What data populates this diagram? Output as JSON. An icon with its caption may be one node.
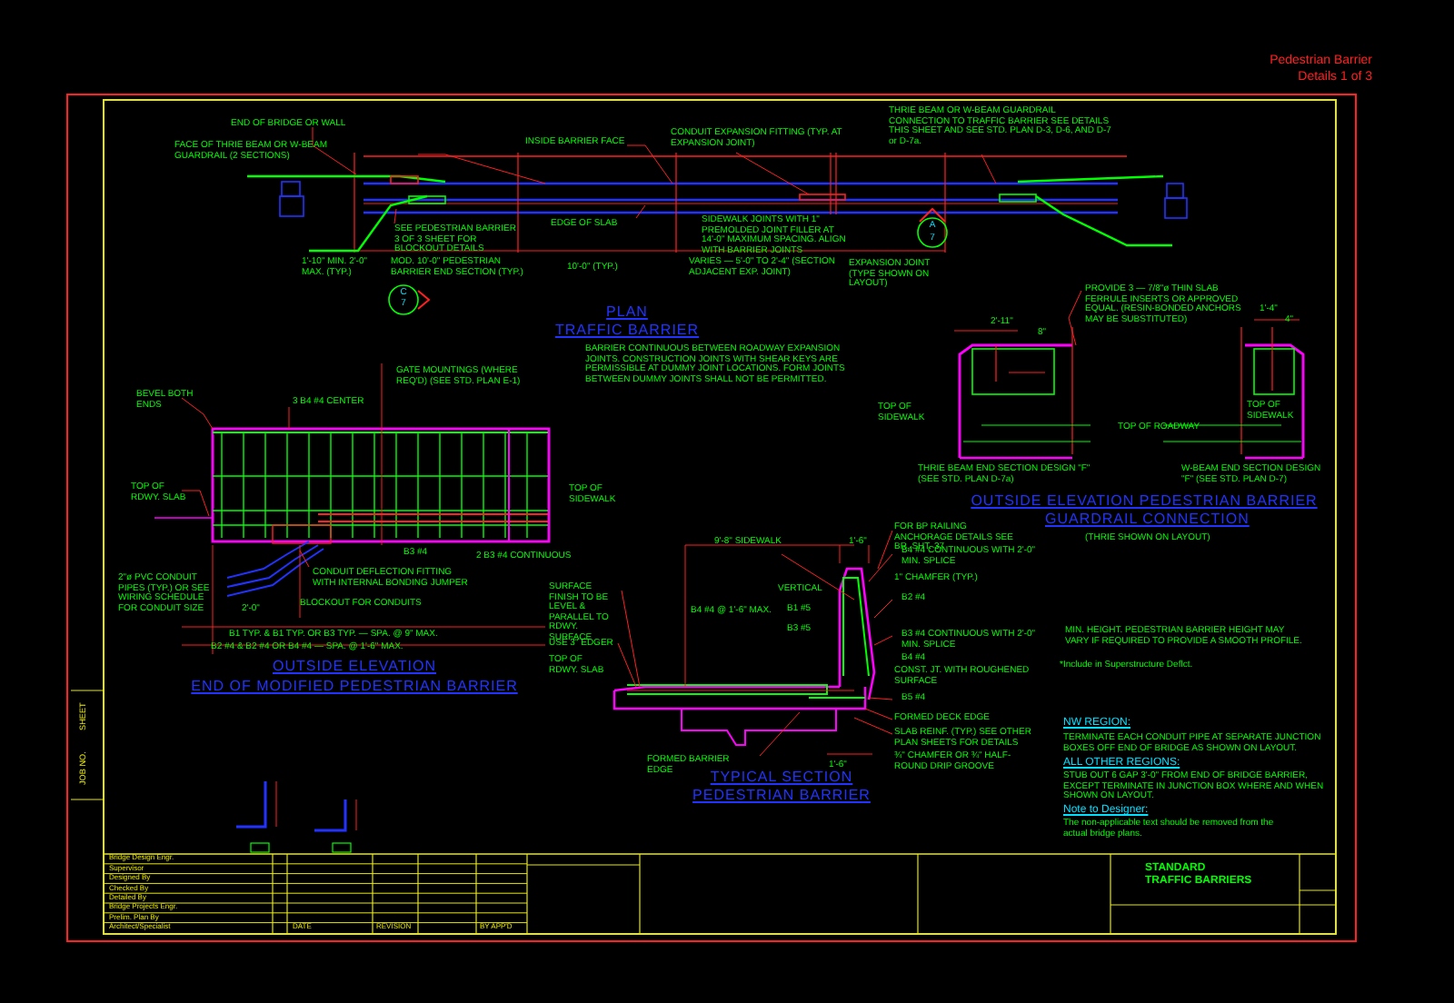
{
  "diagram": {
    "labels": [
      "Pedestrian Barrier",
      "Details 1 of 3",
      "END OF BRIDGE OR WALL",
      "FACE OF THRIE BEAM OR W-BEAM GUARDRAIL (2 SECTIONS)",
      "INSIDE BARRIER FACE",
      "CONDUIT EXPANSION FITTING (TYP. AT EXPANSION JOINT)",
      "THRIE BEAM OR W-BEAM GUARDRAIL CONNECTION TO TRAFFIC BARRIER SEE DETAILS THIS SHEET AND SEE STD. PLAN D-3, D-6, AND D-7 or D-7a.",
      "SEE PEDESTRIAN BARRIER 3 OF 3 SHEET FOR BLOCKOUT DETAILS",
      "EDGE OF SLAB",
      "SIDEWALK JOINTS WITH 1\" PREMOLDED JOINT FILLER AT 14'-0\" MAXIMUM SPACING. ALIGN WITH BARRIER JOINTS",
      "1'-10\" MIN. 2'-0\" MAX. (TYP.)",
      "MOD. 10'-0\" PEDESTRIAN BARRIER END SECTION (TYP.)",
      "10'-0\" (TYP.)",
      "VARIES — 5'-0\" TO 2'-4\" (SECTION ADJACENT EXP. JOINT)",
      "EXPANSION JOINT (TYPE SHOWN ON LAYOUT)",
      "C",
      "7",
      "A",
      "7",
      "PLAN",
      "TRAFFIC BARRIER",
      "BARRIER CONTINUOUS BETWEEN ROADWAY EXPANSION JOINTS. CONSTRUCTION JOINTS WITH SHEAR KEYS ARE PERMISSIBLE AT DUMMY JOINT LOCATIONS. FORM JOINTS BETWEEN DUMMY JOINTS SHALL NOT BE PERMITTED.",
      "BEVEL BOTH ENDS",
      "3 B4 #4 CENTER",
      "GATE MOUNTINGS (WHERE REQ'D) (SEE STD. PLAN E-1)",
      "TOP OF RDWY. SLAB",
      "2\"ø PVC CONDUIT PIPES (TYP.) OR SEE WIRING SCHEDULE FOR CONDUIT SIZE",
      "CONDUIT DEFLECTION FITTING WITH INTERNAL BONDING JUMPER",
      "BLOCKOUT FOR CONDUITS",
      "2'-0\"",
      "B1 TYP. & B1 TYP. OR B3 TYP. — SPA. @ 9\" MAX.",
      "B2 #4 & B2 #4 OR B4 #4 — SPA. @ 1'-6\" MAX.",
      "B3 #4",
      "2 B3 #4 CONTINUOUS",
      "TOP OF SIDEWALK",
      "OUTSIDE ELEVATION",
      "END OF MODIFIED PEDESTRIAN BARRIER",
      "9'-8\" SIDEWALK",
      "1'-6\"",
      "FOR BP RAILING ANCHORAGE DETAILS SEE BR. SHT. 37",
      "B4 #4 CONTINUOUS WITH 2'-0\" MIN. SPLICE",
      "1\" CHAMFER (TYP.)",
      "VERTICAL",
      "B1 #5",
      "B3 #5",
      "B2 #4",
      "SURFACE FINISH TO BE LEVEL & PARALLEL TO RDWY. SURFACE",
      "USE 3\" EDGER",
      "TOP OF RDWY. SLAB",
      "B4 #4 @ 1'-6\" MAX.",
      "B3 #4 CONTINUOUS WITH 2'-0\" MIN. SPLICE",
      "B4 #4",
      "CONST. JT. WITH ROUGHENED SURFACE",
      "B5 #4",
      "FORMED DECK EDGE",
      "SLAB REINF. (TYP.) SEE OTHER PLAN SHEETS FOR DETAILS",
      "FORMED BARRIER EDGE",
      "1'-6\"",
      "¾\" CHAMFER OR ¾\" HALF-ROUND DRIP GROOVE",
      "TYPICAL SECTION",
      "PEDESTRIAN BARRIER",
      "PROVIDE 3 — 7/8\"ø THIN SLAB FERRULE INSERTS OR APPROVED EQUAL. (RESIN-BONDED ANCHORS MAY BE SUBSTITUTED)",
      "2'-11\"",
      "8\"",
      "1'-4\"",
      "4\"",
      "TOP OF SIDEWALK",
      "TOP OF SIDEWALK",
      "TOP OF ROADWAY",
      "THRIE BEAM END SECTION DESIGN \"F\" (SEE STD. PLAN D-7a)",
      "W-BEAM END SECTION DESIGN \"F\" (SEE STD. PLAN D-7)",
      "OUTSIDE ELEVATION PEDESTRIAN BARRIER",
      "GUARDRAIL CONNECTION",
      "(THRIE SHOWN ON LAYOUT)",
      "MIN. HEIGHT. PEDESTRIAN BARRIER HEIGHT MAY VARY IF REQUIRED TO PROVIDE A SMOOTH PROFILE.",
      "*Include in Superstructure Deflct.",
      "NW REGION:",
      "TERMINATE EACH CONDUIT PIPE AT SEPARATE JUNCTION BOXES OFF END OF BRIDGE AS SHOWN ON LAYOUT.",
      "ALL OTHER REGIONS:",
      "STUB OUT 6 GAP 3'-0\" FROM END OF BRIDGE BARRIER, EXCEPT TERMINATE IN JUNCTION BOX WHERE AND WHEN SHOWN ON LAYOUT.",
      "Note to Designer:",
      "The non-applicable text should be removed from the actual bridge plans.",
      "STANDARD",
      "TRAFFIC BARRIERS",
      "Bridge Design Engr.",
      "Supervisor",
      "Designed By",
      "Checked By",
      "Detailed By",
      "Bridge Projects Engr.",
      "Prelim. Plan By",
      "Architect/Specialist",
      "DATE",
      "REVISION",
      "BY APP'D",
      "JOB NO.",
      "SHEET"
    ]
  }
}
